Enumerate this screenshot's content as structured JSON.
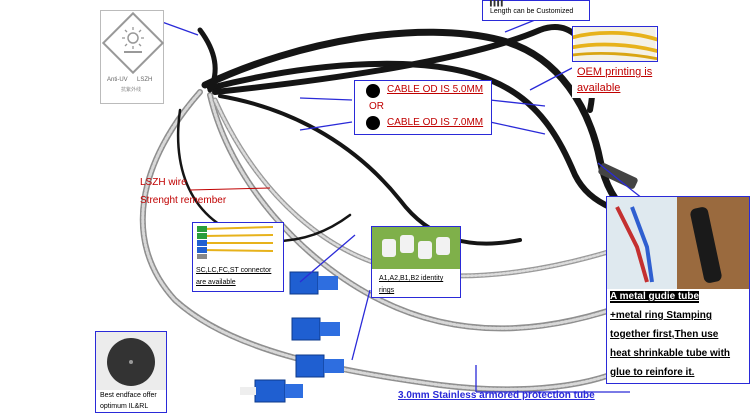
{
  "colors": {
    "callout_line": "#2a2ad8",
    "label_red": "#c00000",
    "cable": "#151515",
    "armor": "#b9b9b9",
    "connector_blue": "#1f5fd1"
  },
  "icon": {
    "name": "anti-uv-icon",
    "text1": "Anti-UV",
    "text2": "LSZH",
    "text3": "抗紫外线"
  },
  "length_note": "Length can be Customized",
  "oem_note": {
    "line1": "OEM printing is",
    "line2": "available"
  },
  "cable_od": {
    "option1": "CABLE OD IS 5.0MM",
    "or": "OR",
    "option2": "CABLE OD IS 7.0MM"
  },
  "lszh_wire": {
    "line1": "LSZH wire",
    "line2": "Strenght remember"
  },
  "connectors": {
    "line1": "SC,LC,FC,ST connector",
    "line2": "are available"
  },
  "identity_rings": {
    "line1": "A1,A2,B1,B2 identity",
    "line2": "rings"
  },
  "end_face": {
    "line1": "Best endface offer",
    "line2": "optimum IL&RL"
  },
  "armored_tube": "3.0mm Stainless armored protection tube",
  "metal_tube": {
    "line1": "A metal gudie tube",
    "line2": "+metal ring Stamping",
    "line3": "together first,Then use",
    "line4": "heat shrinkable tube with",
    "line5": "glue to reinfore it."
  }
}
